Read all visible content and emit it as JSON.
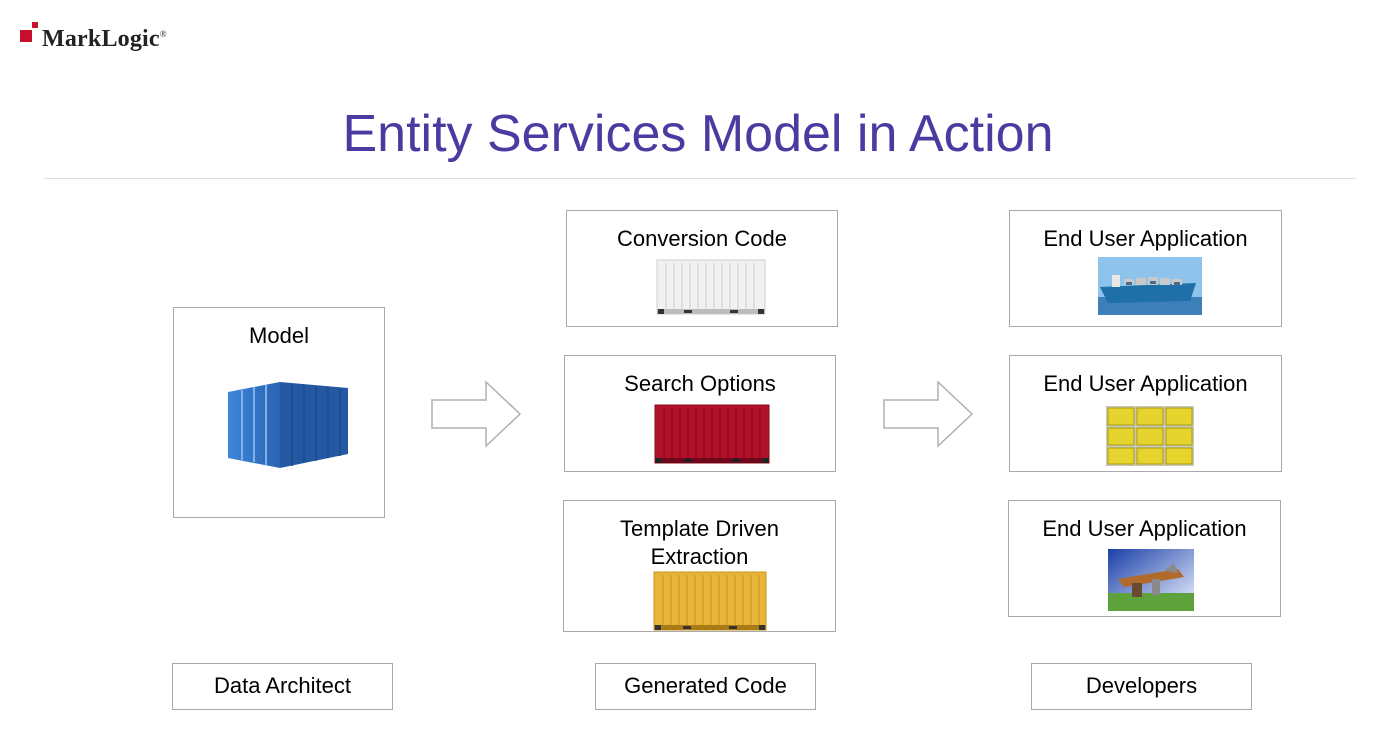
{
  "brand": {
    "name": "MarkLogic",
    "mark": "®"
  },
  "title": "Entity Services Model in Action",
  "model_box": {
    "label": "Model",
    "icon": "blue-container-icon"
  },
  "generated_boxes": [
    {
      "label": "Conversion Code",
      "icon": "white-container-icon"
    },
    {
      "label": "Search Options",
      "icon": "red-container-icon"
    },
    {
      "label_line1": "Template Driven",
      "label_line2": "Extraction",
      "icon": "yellow-container-icon"
    }
  ],
  "app_boxes": [
    {
      "label": "End User Application",
      "icon": "cargo-ship-image"
    },
    {
      "label": "End User Application",
      "icon": "bananas-image"
    },
    {
      "label": "End User Application",
      "icon": "building-image"
    }
  ],
  "roles": [
    "Data Architect",
    "Generated Code",
    "Developers"
  ],
  "colors": {
    "title": "#4b3aa0",
    "brand_red": "#c8102e",
    "container_blue": "#2d6fbf",
    "container_red": "#b0102a",
    "container_yellow": "#e9b43a"
  }
}
